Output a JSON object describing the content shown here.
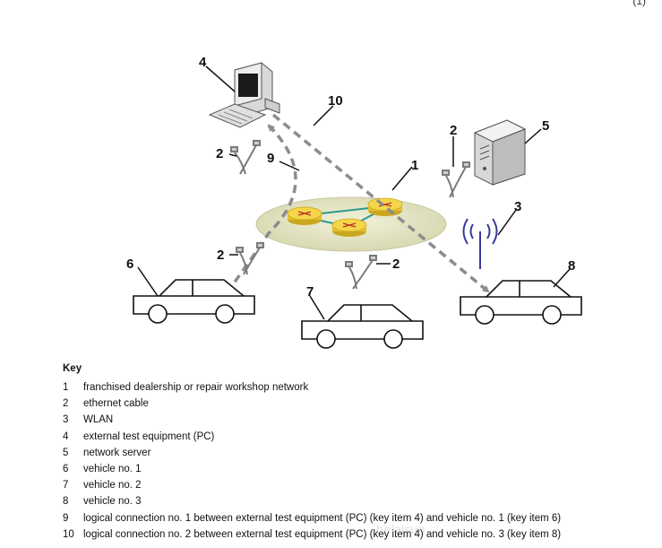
{
  "callouts": {
    "n1": "1",
    "n2a": "2",
    "n2b": "2",
    "n2c": "2",
    "n2d": "2",
    "n3": "3",
    "n4": "4",
    "n5": "5",
    "n6": "6",
    "n7": "7",
    "n8": "8",
    "n9": "9",
    "n10": "10"
  },
  "key": {
    "title": "Key",
    "items": [
      {
        "num": "1",
        "text": "franchised dealership or repair workshop network"
      },
      {
        "num": "2",
        "text": "ethernet cable"
      },
      {
        "num": "3",
        "text": "WLAN"
      },
      {
        "num": "4",
        "text": "external test equipment (PC)"
      },
      {
        "num": "5",
        "text": "network server"
      },
      {
        "num": "6",
        "text": "vehicle no. 1"
      },
      {
        "num": "7",
        "text": "vehicle no. 2"
      },
      {
        "num": "8",
        "text": "vehicle no. 3"
      },
      {
        "num": "9",
        "text": "logical connection no. 1 between external test equipment (PC) (key item 4) and vehicle no. 1 (key item 6)"
      },
      {
        "num": "10",
        "text": "logical connection no. 2 between external test equipment (PC) (key item 4) and vehicle no. 3 (key item 8)"
      }
    ]
  },
  "corner_mark": "(1)",
  "watermark": "helaisun",
  "colors": {
    "network_fill": "#e6e6c8",
    "router": "#f2d23c",
    "link": "#2a9a8e",
    "dashed": "#8c8c8c",
    "wlan": "#3a3aa0"
  }
}
